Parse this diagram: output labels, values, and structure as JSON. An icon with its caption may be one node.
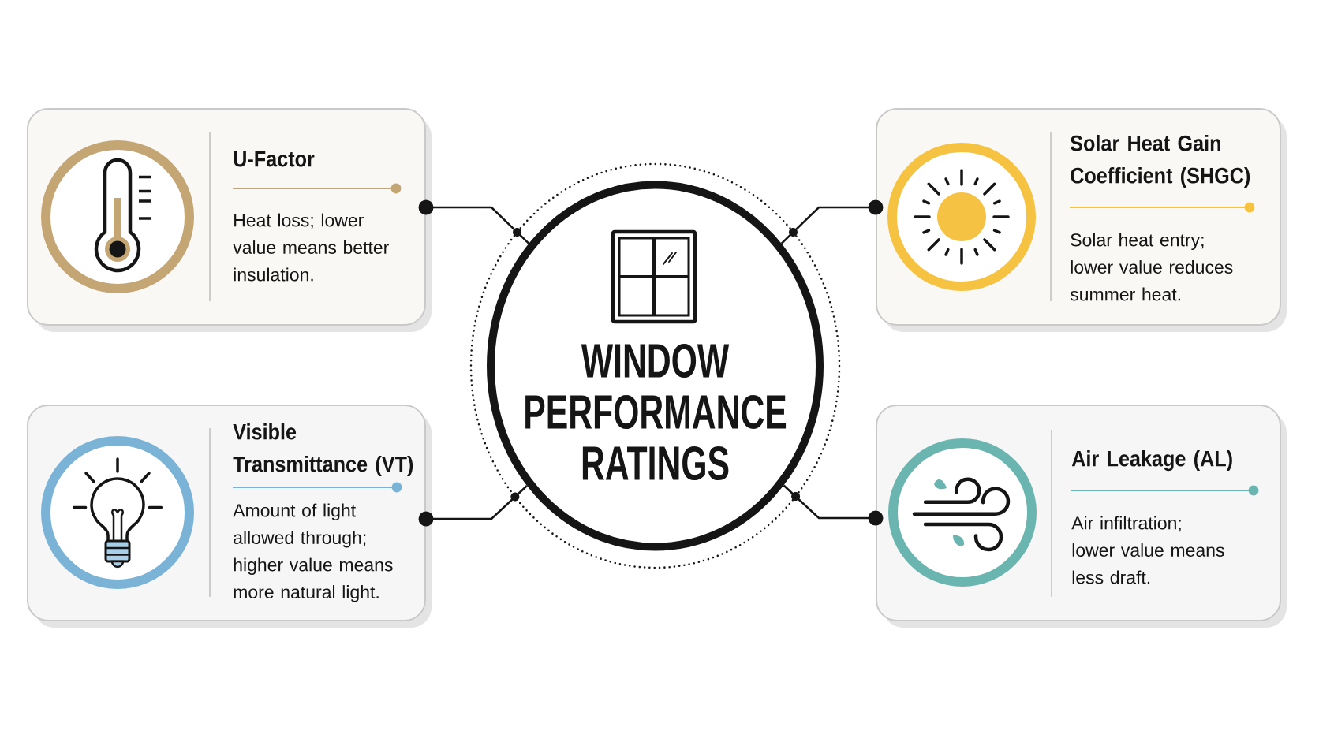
{
  "diagram": {
    "nodes": [
      {
        "text": [
          "WINDOW PERFORMANCE RATINGS"
        ]
      },
      {
        "text": [
          "U-Factor",
          "Heat loss; lower value means better insulation."
        ]
      },
      {
        "text": [
          "Solar Heat Gain Coefficient (SHGC)",
          "Solar heat entry; lower value reduces summer heat."
        ]
      },
      {
        "text": [
          "Visible Transmittance (VT)",
          "Amount of light allowed through; higher value means more natural light."
        ]
      },
      {
        "text": [
          "Air Leakage (AL)",
          "Air infiltration; lower value means less draft."
        ]
      }
    ],
    "edges": [
      {
        "from": 1,
        "to": 0,
        "arrow": "other"
      },
      {
        "from": 2,
        "to": 0,
        "arrow": "other"
      },
      {
        "from": 3,
        "to": 0,
        "arrow": "other"
      },
      {
        "from": 4,
        "to": 0,
        "arrow": "other"
      }
    ]
  }
}
